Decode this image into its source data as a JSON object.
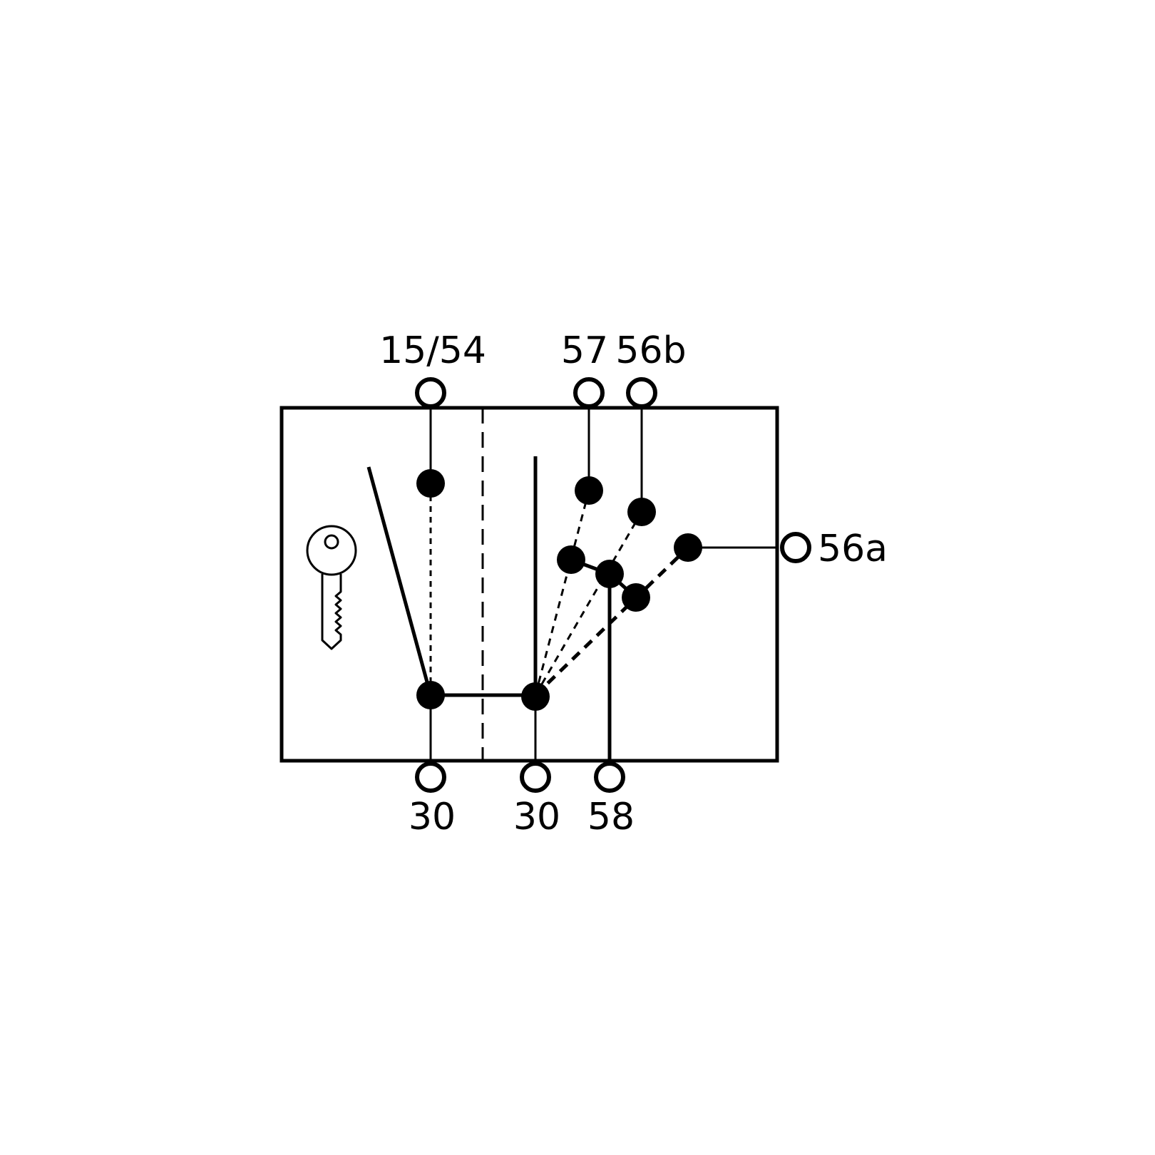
{
  "diagram": {
    "colors": {
      "line": "#000000",
      "background": "#ffffff"
    },
    "icon": "key-icon",
    "terminals": {
      "t15_54": "15/54",
      "t57": "57",
      "t56b": "56b",
      "t56a": "56a",
      "t30_left": "30",
      "t30_right": "30",
      "t58": "58"
    }
  }
}
